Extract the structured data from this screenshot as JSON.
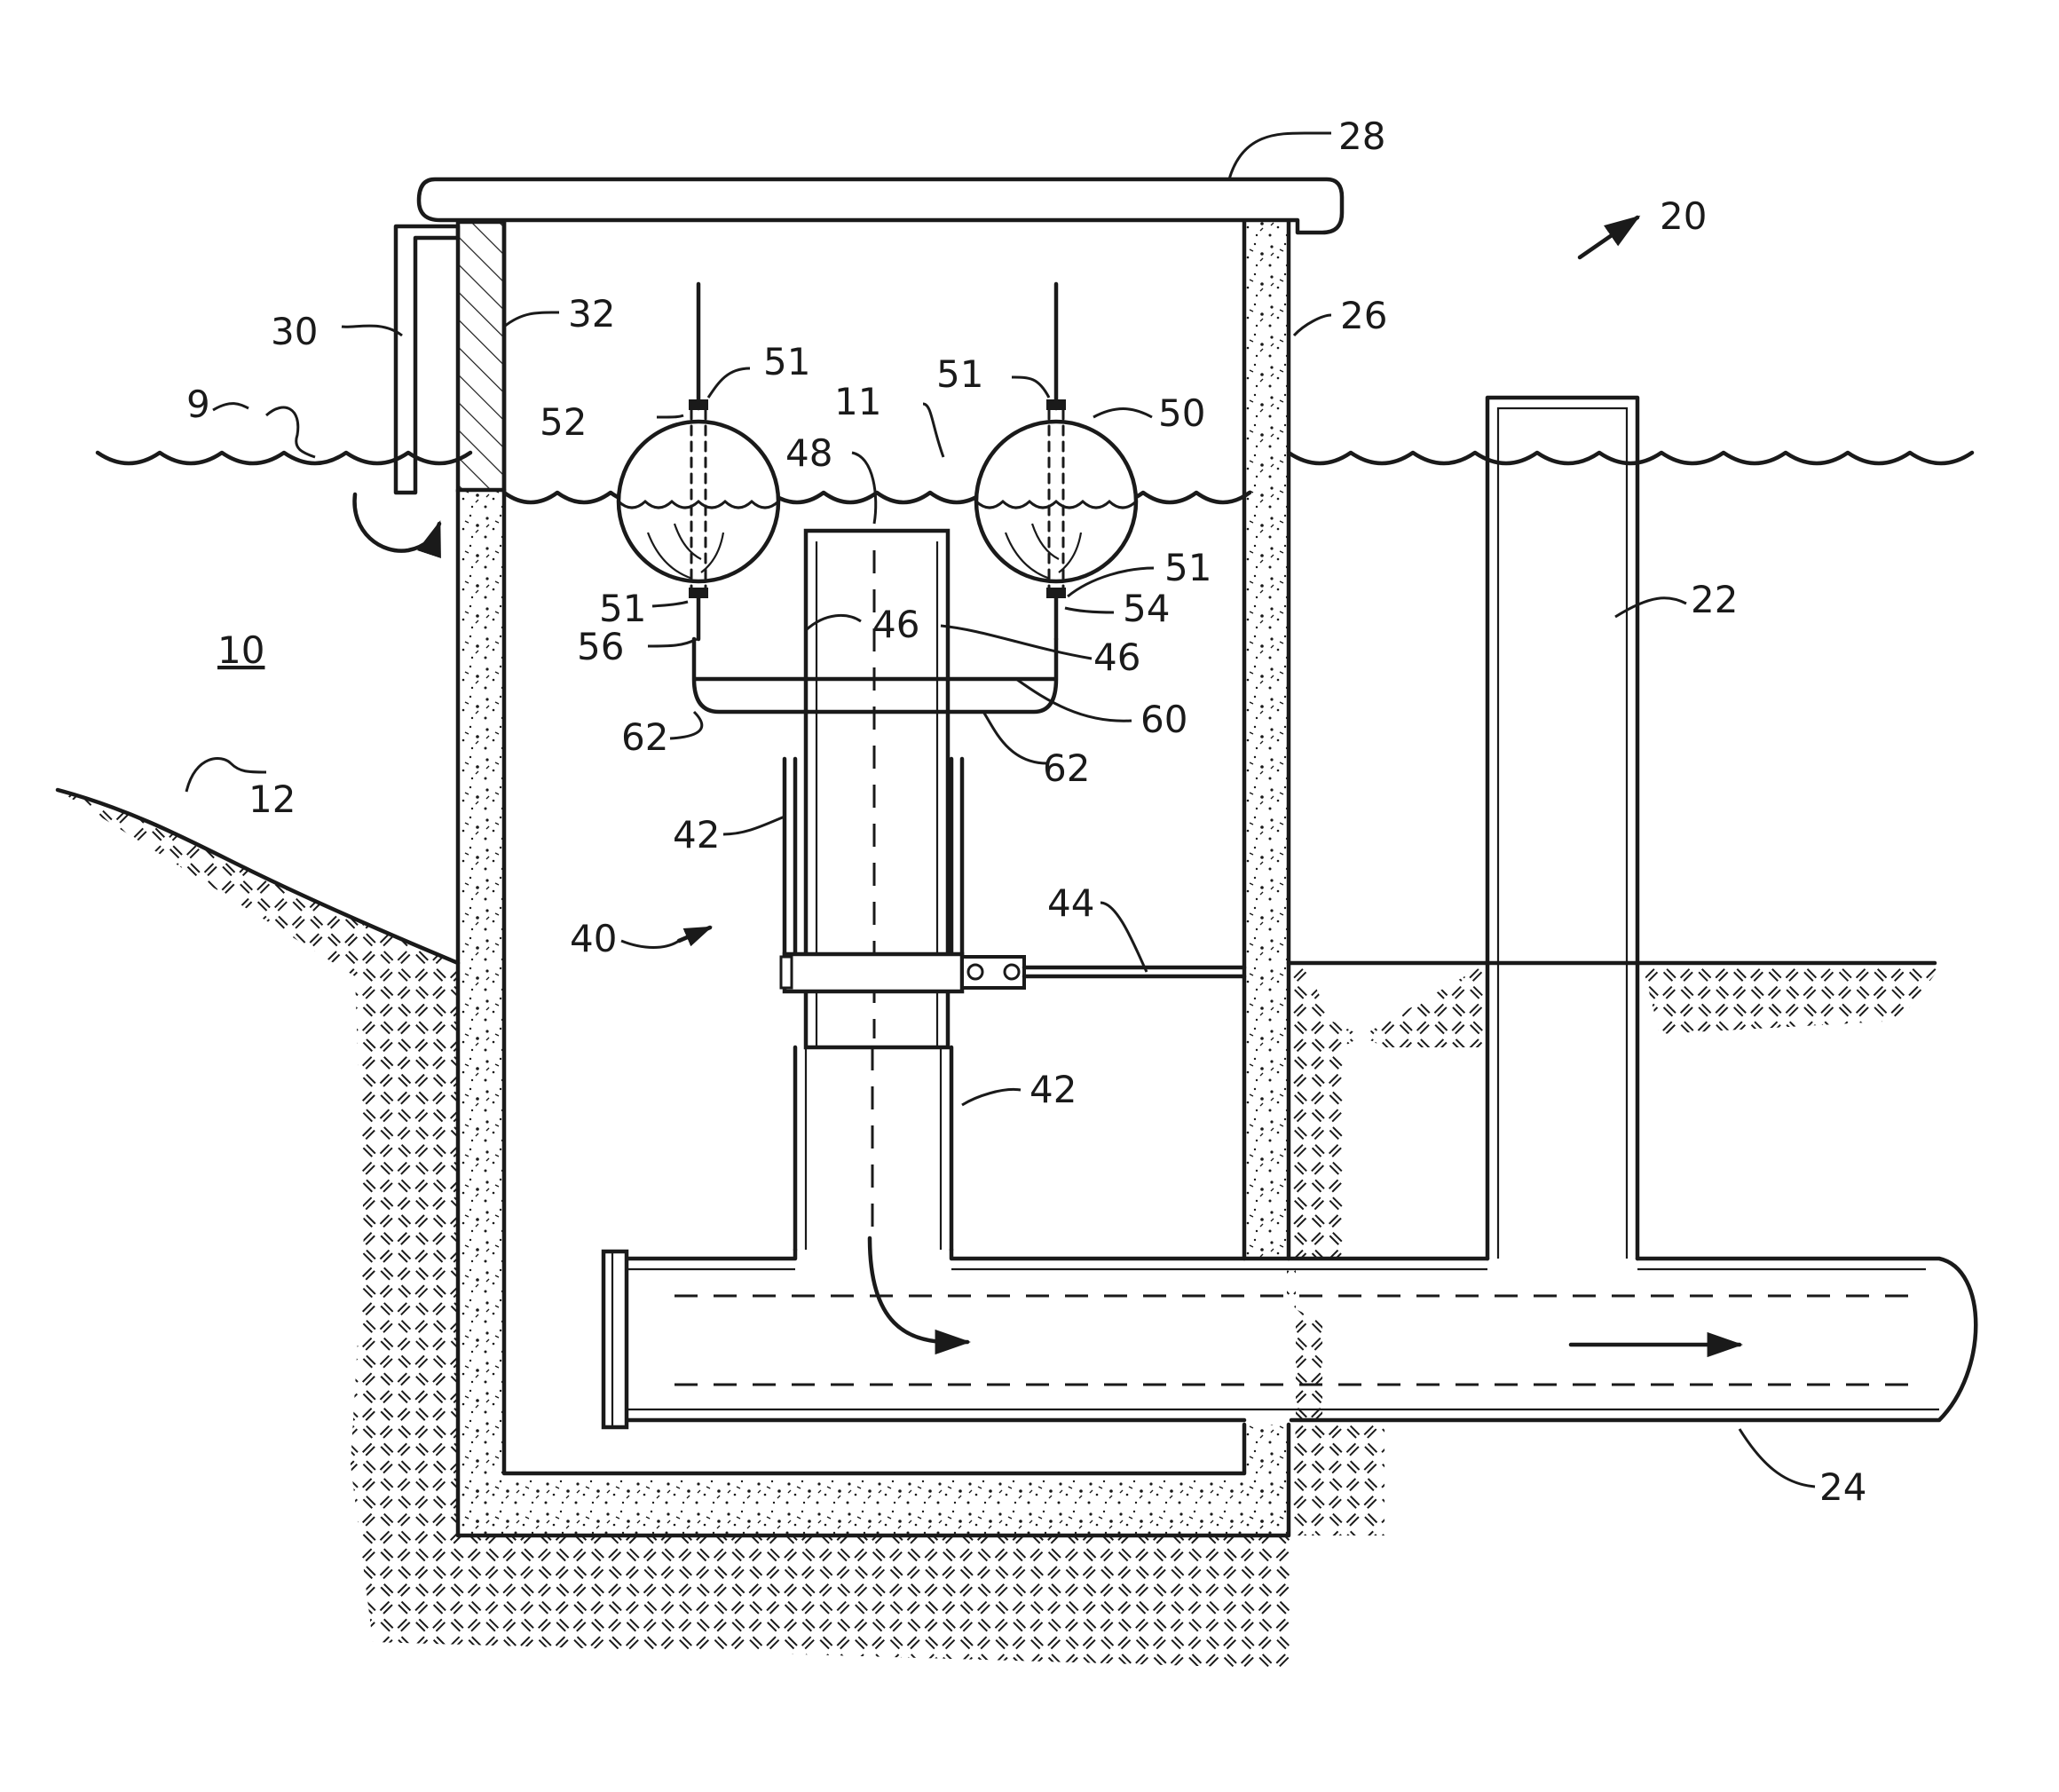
{
  "figure": {
    "labels": {
      "l9": "9",
      "l10": "10",
      "l11": "11",
      "l12": "12",
      "l20": "20",
      "l22": "22",
      "l24": "24",
      "l26": "26",
      "l28": "28",
      "l30": "30",
      "l32": "32",
      "l40": "40",
      "l42a": "42",
      "l42b": "42",
      "l44": "44",
      "l46a": "46",
      "l46b": "46",
      "l48": "48",
      "l50": "50",
      "l51a": "51",
      "l51b": "51",
      "l51c": "51",
      "l51d": "51",
      "l52": "52",
      "l54": "54",
      "l56": "56",
      "l60": "60",
      "l62a": "62",
      "l62b": "62"
    }
  }
}
